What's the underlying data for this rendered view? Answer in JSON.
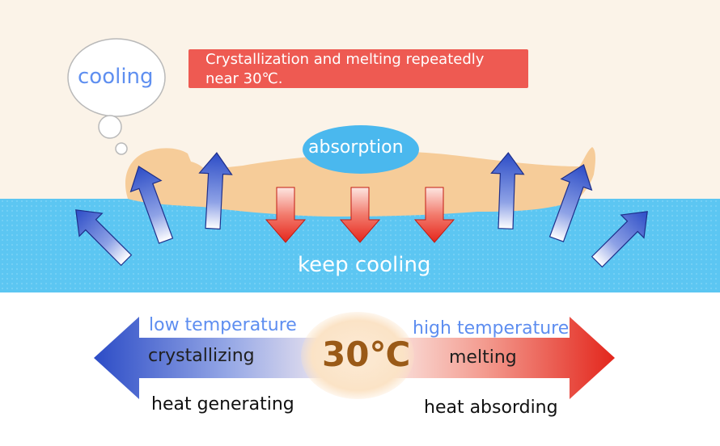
{
  "banner": {
    "text": "Crystallization and melting repeatedly\n near 30℃."
  },
  "thought_bubble": {
    "label": "cooling"
  },
  "body_zone": {
    "label": "absorption"
  },
  "mattress": {
    "label": "keep cooling"
  },
  "scale": {
    "center_value": "30℃",
    "left_end": {
      "top_label": "low temperature",
      "middle_label": "crystallizing",
      "bottom_label": "heat generating"
    },
    "right_end": {
      "top_label": "high temperature",
      "middle_label": "melting",
      "bottom_label": "heat absording"
    }
  },
  "colors": {
    "background_top": "#fbf3e8",
    "mattress": "#5cc6f2",
    "body": "#f6cc99",
    "absorption_ellipse": "#4ab8ee",
    "banner": "#ee5a52",
    "arrow_up": "#2c4cc6",
    "arrow_down": "#e8261c",
    "scale_left": "#2c4cc6",
    "scale_right": "#e8261c",
    "center_circle": "#fbe7cf",
    "label_blue": "#5e8ef0",
    "center_text": "#9a5a17"
  }
}
